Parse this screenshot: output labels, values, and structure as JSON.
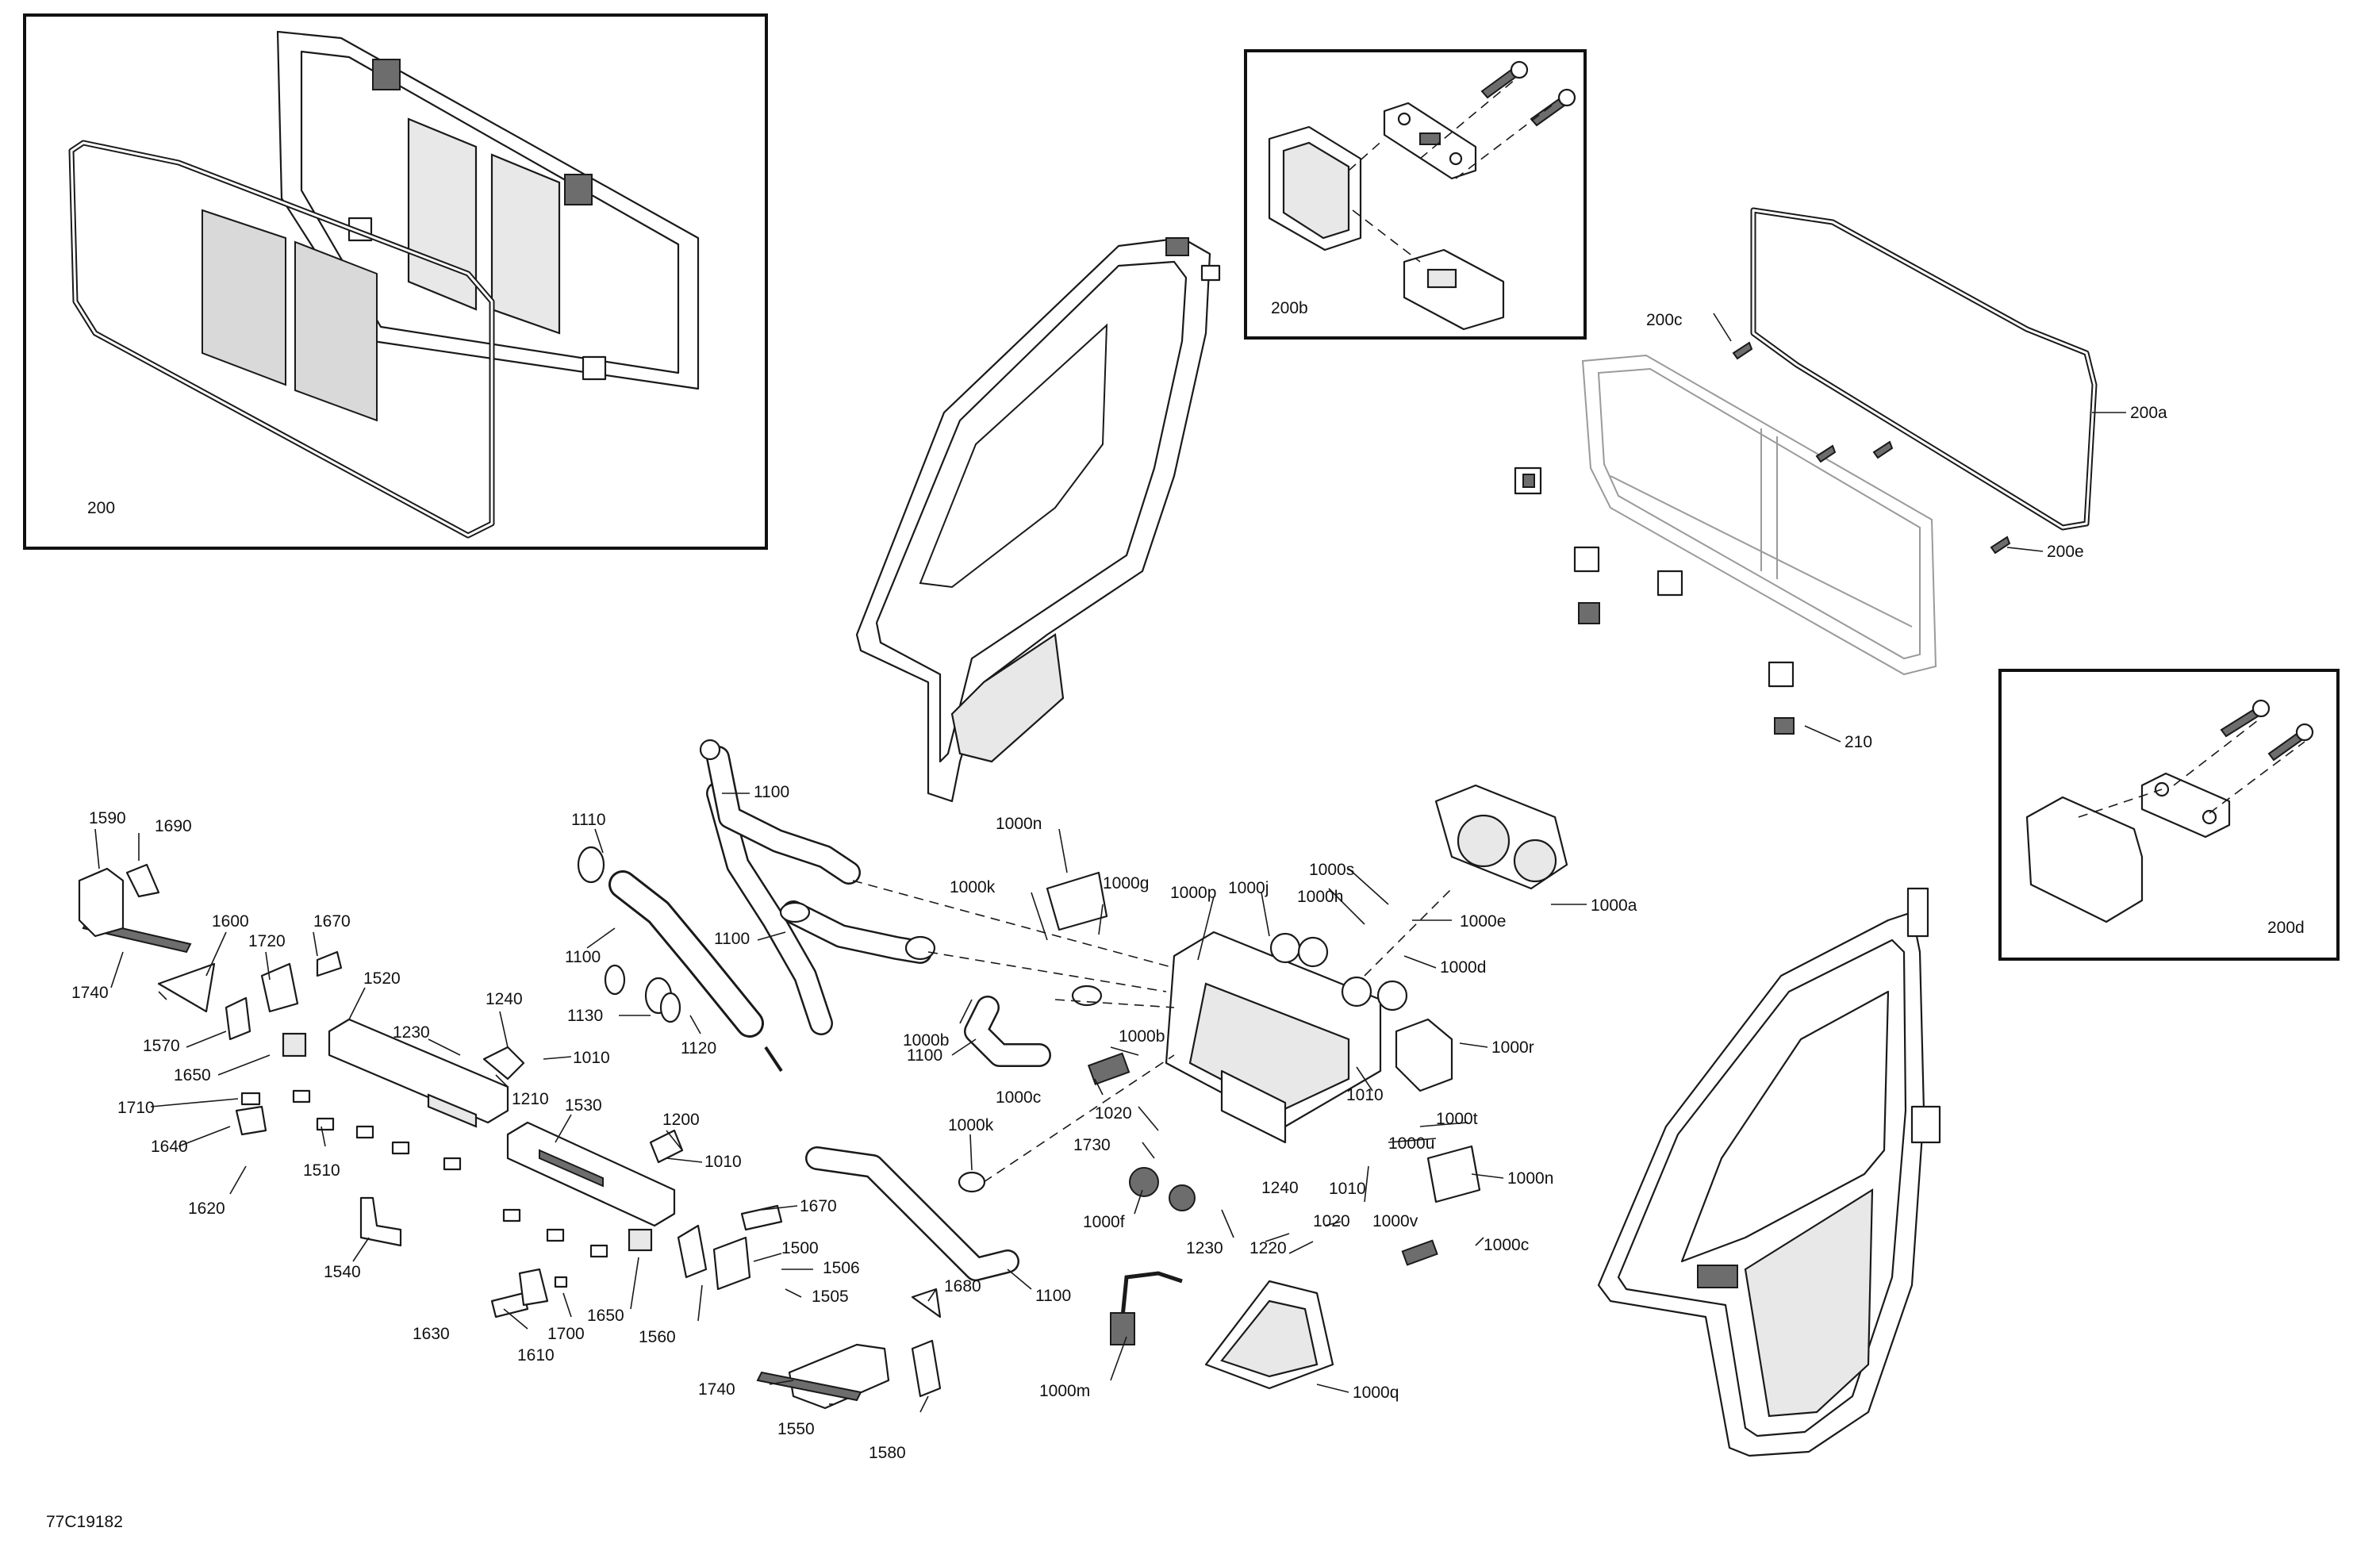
{
  "figure_id": "77C19182",
  "inset_labels": {
    "inset_200": "200",
    "inset_200b": "200b",
    "inset_200d": "200d"
  },
  "callouts": [
    "200c",
    "200a",
    "200e",
    "210",
    "1000n",
    "1000k",
    "1000g",
    "1000p",
    "1000j",
    "1000h",
    "1000s",
    "1000e",
    "1000a",
    "1000d",
    "1000r",
    "1000b",
    "1000c",
    "1010",
    "1000t",
    "1000u",
    "1000n",
    "1000v",
    "1000c",
    "1100",
    "1110",
    "1100",
    "1100",
    "1130",
    "1120",
    "1100",
    "1100",
    "1020",
    "1730",
    "1240",
    "1010",
    "1020",
    "1000f",
    "1230",
    "1220",
    "1000k",
    "1000m",
    "1000q",
    "1590",
    "1690",
    "1600",
    "1720",
    "1670",
    "1740",
    "1570",
    "1650",
    "1520",
    "1240",
    "1230",
    "1010",
    "1210",
    "1710",
    "1640",
    "1530",
    "1200",
    "1010",
    "1510",
    "1620",
    "1540",
    "1670",
    "1500",
    "1506",
    "1505",
    "1650",
    "1560",
    "1630",
    "1610",
    "1700",
    "1680",
    "1740",
    "1550",
    "1580",
    "1000b"
  ]
}
